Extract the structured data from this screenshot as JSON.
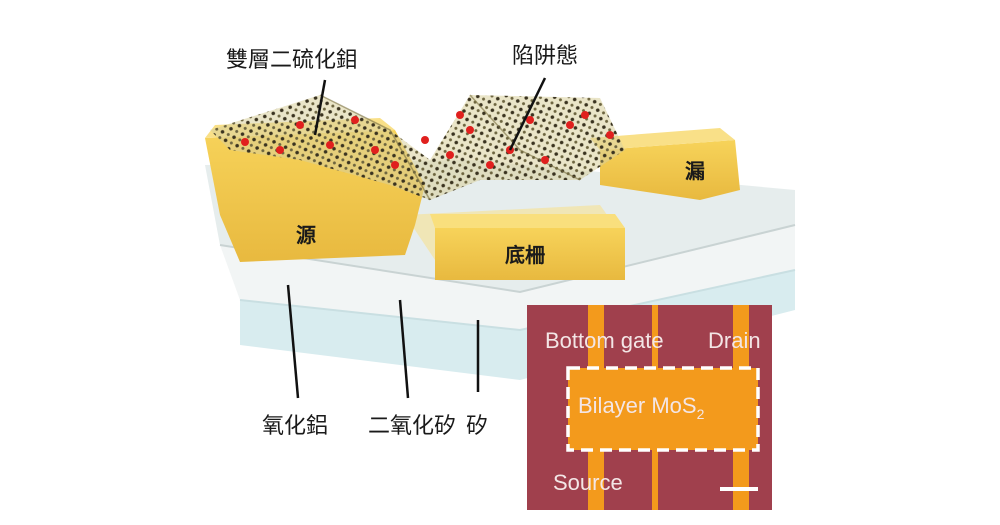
{
  "diagram": {
    "labels": {
      "bilayer_mos2": "雙層二硫化鉬",
      "trap_states": "陷阱態",
      "source": "源",
      "drain": "漏",
      "bottom_gate": "底柵",
      "alumina": "氧化鋁",
      "silica": "二氧化矽",
      "silicon": "矽"
    },
    "inset": {
      "bottom_gate": "Bottom gate",
      "drain": "Drain",
      "source": "Source",
      "channel_main": "Bilayer MoS",
      "channel_sub": "2"
    },
    "colors": {
      "gold": "#f7d35a",
      "gold_dark": "#e3b43a",
      "substrate_top": "#eef3f3",
      "substrate_side": "#d8ecef",
      "inset_bg": "#a0404d",
      "inset_channel": "#f39a1c",
      "trap_red": "#e0201e",
      "atom_dark": "#3a3320"
    }
  }
}
